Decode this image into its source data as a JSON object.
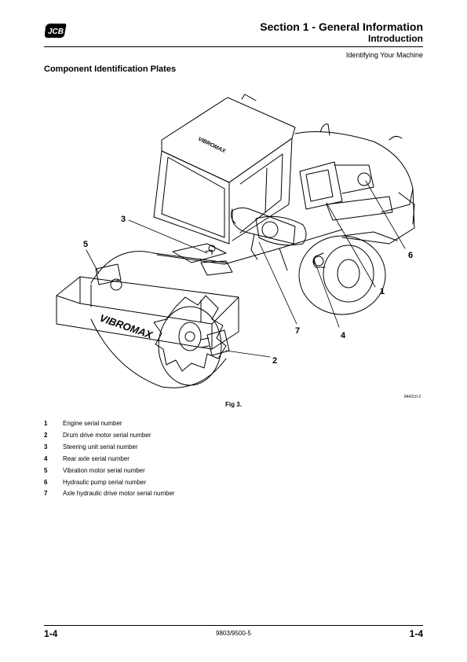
{
  "header": {
    "logo_text": "JCB",
    "section_title": "Section 1 - General Information",
    "subsection_title": "Introduction",
    "topic": "Identifying Your Machine"
  },
  "main": {
    "heading": "Component Identification Plates",
    "figure": {
      "caption": "Fig 3.",
      "reference": "844210-2",
      "brand_label": "VIBROMAX",
      "callouts": [
        "1",
        "2",
        "3",
        "4",
        "5",
        "6",
        "7"
      ]
    },
    "legend": [
      {
        "num": "1",
        "text": "Engine serial number"
      },
      {
        "num": "2",
        "text": "Drum drive motor serial number"
      },
      {
        "num": "3",
        "text": "Steering unit serial number"
      },
      {
        "num": "4",
        "text": "Rear axle serial number"
      },
      {
        "num": "5",
        "text": "Vibration motor serial number"
      },
      {
        "num": "6",
        "text": "Hydraulic pump serial number"
      },
      {
        "num": "7",
        "text": "Axle hydraulic drive motor serial number"
      }
    ]
  },
  "footer": {
    "page_left": "1-4",
    "doc_number": "9803/9500-5",
    "page_right": "1-4"
  }
}
